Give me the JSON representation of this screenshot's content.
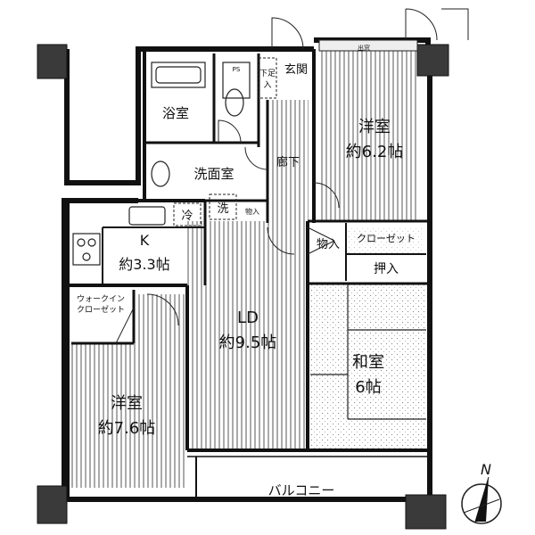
{
  "rooms": {
    "western_room_ne": {
      "name": "洋室",
      "size": "約6.2帖"
    },
    "western_room_sw": {
      "name": "洋室",
      "size": "約7.6帖"
    },
    "bath": {
      "name": "浴室"
    },
    "washroom": {
      "name": "洗面室"
    },
    "entrance": {
      "name": "玄関"
    },
    "corridor": {
      "name": "廊下"
    },
    "kitchen": {
      "name": "K",
      "size": "約3.3帖"
    },
    "living_dining": {
      "name": "LD",
      "size": "約9.5帖"
    },
    "japanese_room": {
      "name": "和室",
      "size": "6帖"
    },
    "balcony": {
      "name": "バルコニー"
    }
  },
  "storage": {
    "closet": "クローゼット",
    "oshiire": "押入",
    "monoire": "物入",
    "walk_in_line1": "ウォークイン",
    "walk_in_line2": "クローゼット",
    "shoe_cabinet_line1": "下足",
    "shoe_cabinet_line2": "入",
    "small_storage": "物入",
    "pipe_space": "PS"
  },
  "fixtures": {
    "fridge": "冷",
    "washer": "洗"
  },
  "marks": {
    "window_mark": "出窓",
    "compass_n": "N"
  }
}
